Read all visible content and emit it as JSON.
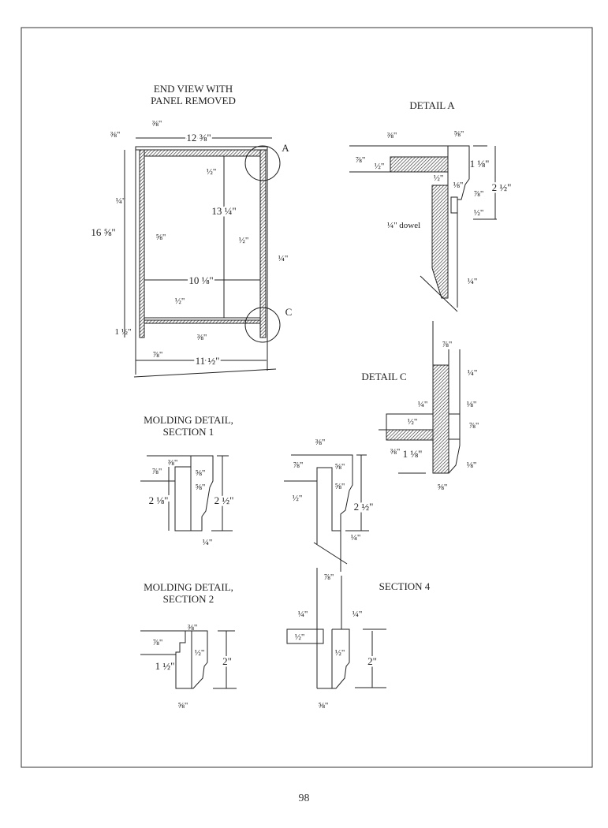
{
  "page_number": "98",
  "end_view": {
    "title_line1": "END VIEW WITH",
    "title_line2": "PANEL REMOVED",
    "callout_a": "A",
    "callout_c": "C",
    "dims": [
      "12 ⅜\"",
      "16 ⅝\"",
      "13 ¼\"",
      "10 ⅛\"",
      "11 ½\"",
      "1 ½\"",
      "⅞\"",
      "⅜\"",
      "⅜\"",
      "½\"",
      "¼\"",
      "⅝\"",
      "½\"",
      "¼\"",
      "½\"",
      "⅜\""
    ]
  },
  "detail_a": {
    "title": "DETAIL A",
    "dims": [
      "⅜\"",
      "⅝\"",
      "⅞\"",
      "½\"",
      "1 ⅛\"",
      "½\"",
      "⅛\"",
      "⅞\"",
      "2 ½\"",
      "½\"",
      "¼\" dowel",
      "¼\""
    ]
  },
  "detail_c": {
    "title": "DETAIL C",
    "dims": [
      "⅞\"",
      "¼\"",
      "¼\"",
      "⅛\"",
      "½\"",
      "⅞\"",
      "⅜\"",
      "1 ⅛\"",
      "⅛\"",
      "⅝\""
    ]
  },
  "molding_section_1": {
    "title_line1": "MOLDING DETAIL,",
    "title_line2": "SECTION 1",
    "dims": [
      "⅜\"",
      "⅞\"",
      "⅝\"",
      "⅝\"",
      "2 ⅛\"",
      "2 ½\"",
      "¼\""
    ]
  },
  "section_3_profile": {
    "dims": [
      "⅜\"",
      "⅞\"",
      "⅝\"",
      "⅝\"",
      "½\"",
      "2 ½\"",
      "¼\"",
      "⅞\""
    ]
  },
  "molding_section_2": {
    "title_line1": "MOLDING DETAIL,",
    "title_line2": "SECTION 2",
    "dims": [
      "⅜\"",
      "⅞\"",
      "½\"",
      "1 ½\"",
      "2\"",
      "⅝\""
    ]
  },
  "section_4": {
    "title": "SECTION 4",
    "dims": [
      "¼\"",
      "¼\"",
      "½\"",
      "½\"",
      "2\"",
      "⅝\""
    ]
  }
}
